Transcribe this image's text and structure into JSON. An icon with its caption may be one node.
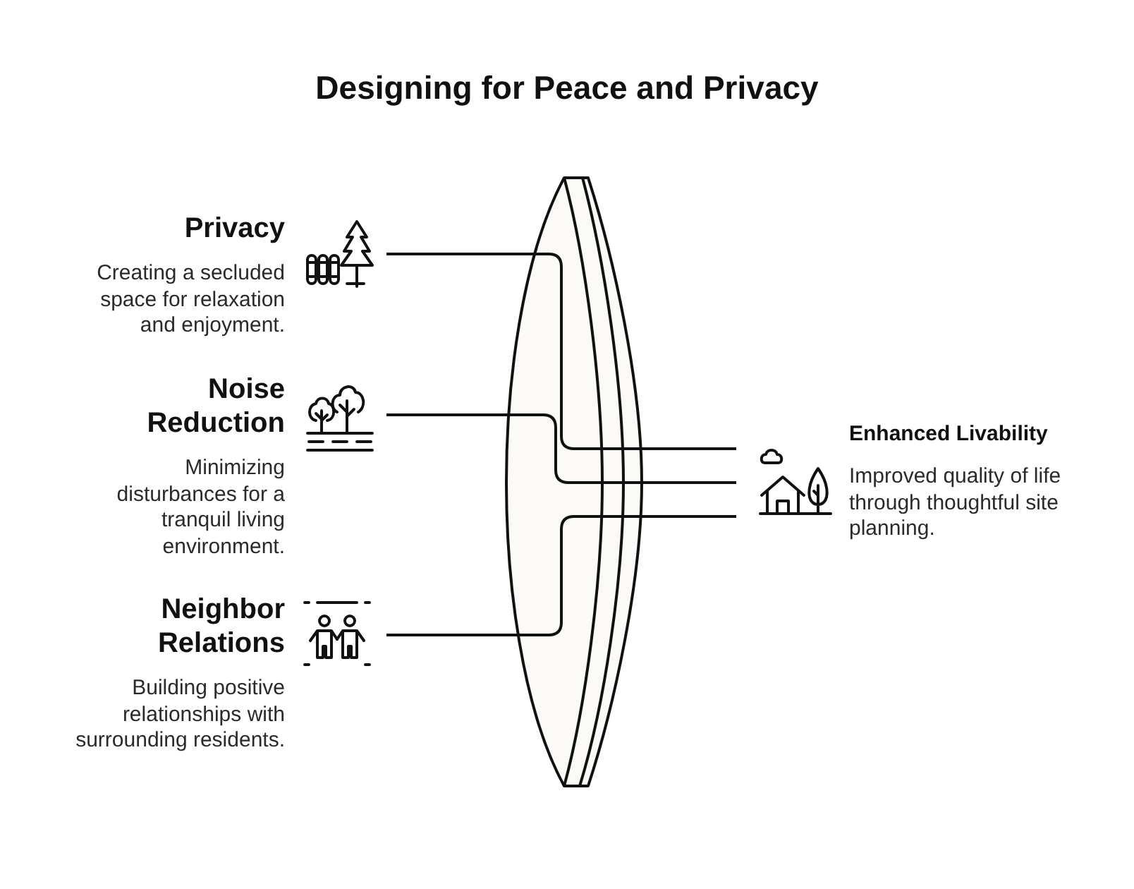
{
  "diagram": {
    "title": "Designing for Peace and Privacy",
    "nodes": [
      {
        "text": [
          "Privacy",
          "Creating a secluded space for relaxation and enjoyment."
        ]
      },
      {
        "text": [
          "Noise Reduction",
          "Minimizing disturbances for a tranquil living environment."
        ]
      },
      {
        "text": [
          "Neighbor Relations",
          "Building positive relationships with surrounding residents."
        ]
      },
      {
        "text": [
          "Enhanced Livability",
          "Improved quality of life through thoughtful site planning."
        ]
      }
    ],
    "edges": [
      {
        "from": 0,
        "to": 3,
        "arrow": "none"
      },
      {
        "from": 1,
        "to": 3,
        "arrow": "none"
      },
      {
        "from": 2,
        "to": 3,
        "arrow": "none"
      }
    ]
  }
}
